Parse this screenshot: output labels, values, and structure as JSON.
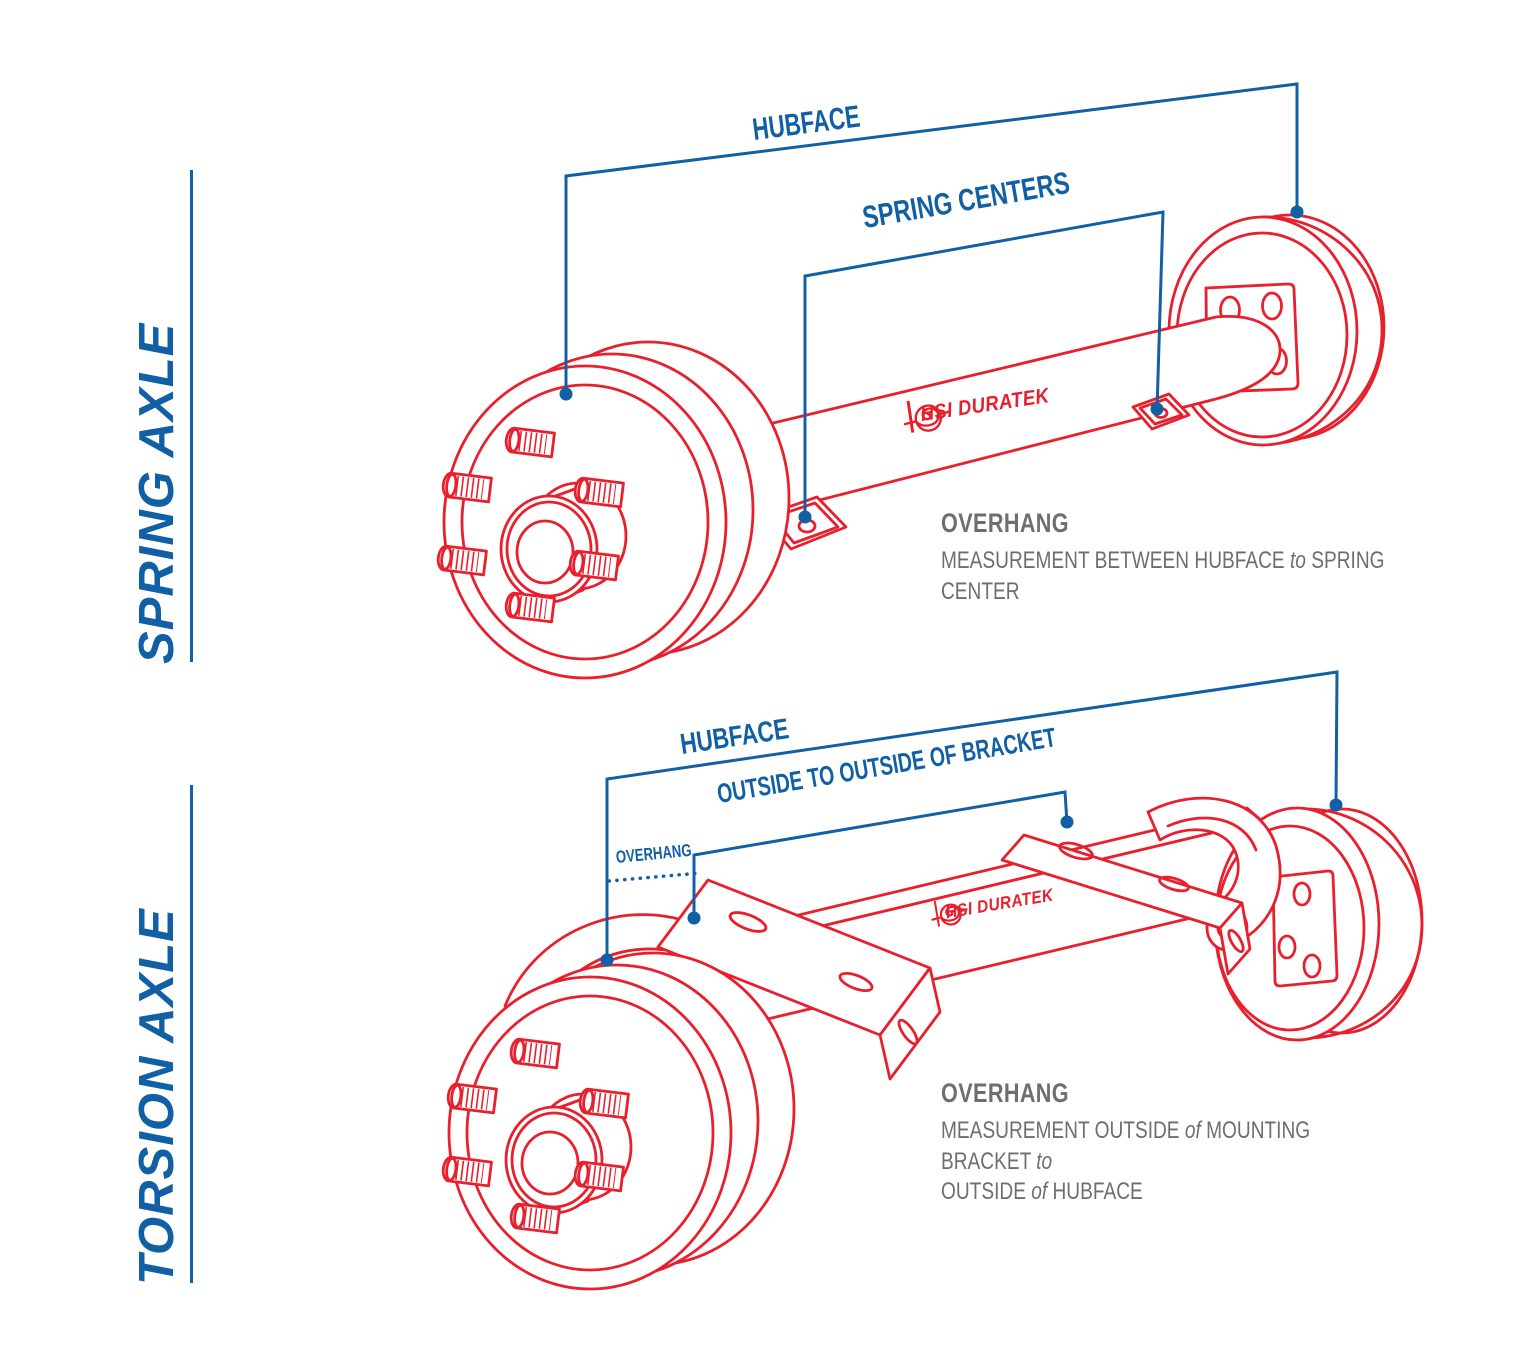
{
  "palette": {
    "line_red": "#e8202d",
    "dim_blue": "#1160a5",
    "text_gray": "#6d6e71",
    "background": "#ffffff"
  },
  "spring_axle": {
    "side_label": "SPRING AXLE",
    "hubface_label": "HUBFACE",
    "spring_centers_label": "SPRING CENTERS",
    "brand_label": "HSI DURATEK",
    "note": {
      "title": "OVERHANG",
      "desc": [
        {
          "t": "MEASUREMENT BETWEEN HUBFACE "
        },
        {
          "t": "to",
          "i": true
        },
        {
          "t": " SPRING CENTER"
        }
      ]
    }
  },
  "torsion_axle": {
    "side_label": "TORSION AXLE",
    "hubface_label": "HUBFACE",
    "outside_bracket_label": "OUTSIDE TO OUTSIDE OF BRACKET",
    "overhang_label": "OVERHANG",
    "brand_label": "HSI DURATEK",
    "note": {
      "title": "OVERHANG",
      "desc": [
        {
          "t": "MEASUREMENT OUTSIDE "
        },
        {
          "t": "of",
          "i": true
        },
        {
          "t": " MOUNTING BRACKET "
        },
        {
          "t": "to",
          "i": true
        },
        {
          "t": "\n"
        },
        {
          "t": "OUTSIDE "
        },
        {
          "t": "of",
          "i": true
        },
        {
          "t": " HUBFACE"
        }
      ]
    }
  }
}
